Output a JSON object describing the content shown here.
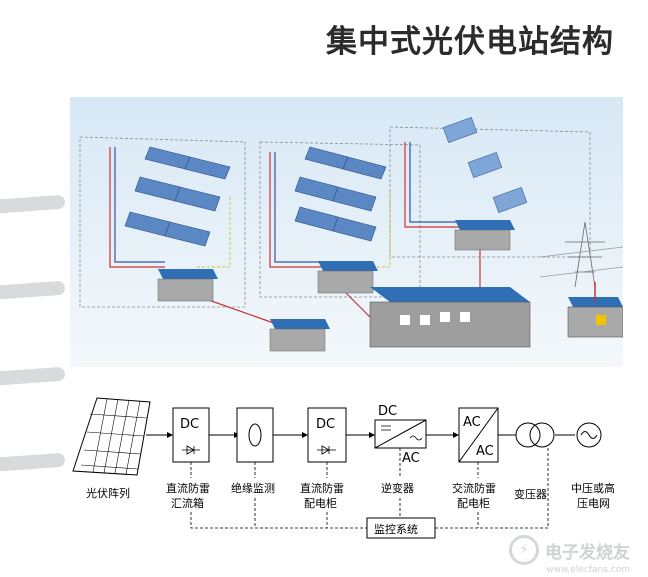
{
  "title": "集中式光伏电站结构",
  "diagram": {
    "nodes": {
      "pv_array": "光伏阵列",
      "dc_combiner": {
        "tag": "DC",
        "label_line1": "直流防雷",
        "label_line2": "汇流箱"
      },
      "insulation": {
        "label": "绝缘监测"
      },
      "dc_cabinet": {
        "tag": "DC",
        "label_line1": "直流防雷",
        "label_line2": "配电柜"
      },
      "inverter": {
        "tag_in": "DC",
        "tag_out": "AC",
        "label": "逆变器"
      },
      "ac_cabinet": {
        "tag_in": "AC",
        "tag_out": "AC",
        "label_line1": "交流防雷",
        "label_line2": "配电柜"
      },
      "transformer": {
        "label": "变压器"
      },
      "grid": {
        "label_line1": "中压或高",
        "label_line2": "压电网"
      },
      "monitor": {
        "label": "监控系统"
      }
    }
  },
  "watermark": {
    "text": "电子发烧友",
    "url": "www.elecfans.com"
  }
}
